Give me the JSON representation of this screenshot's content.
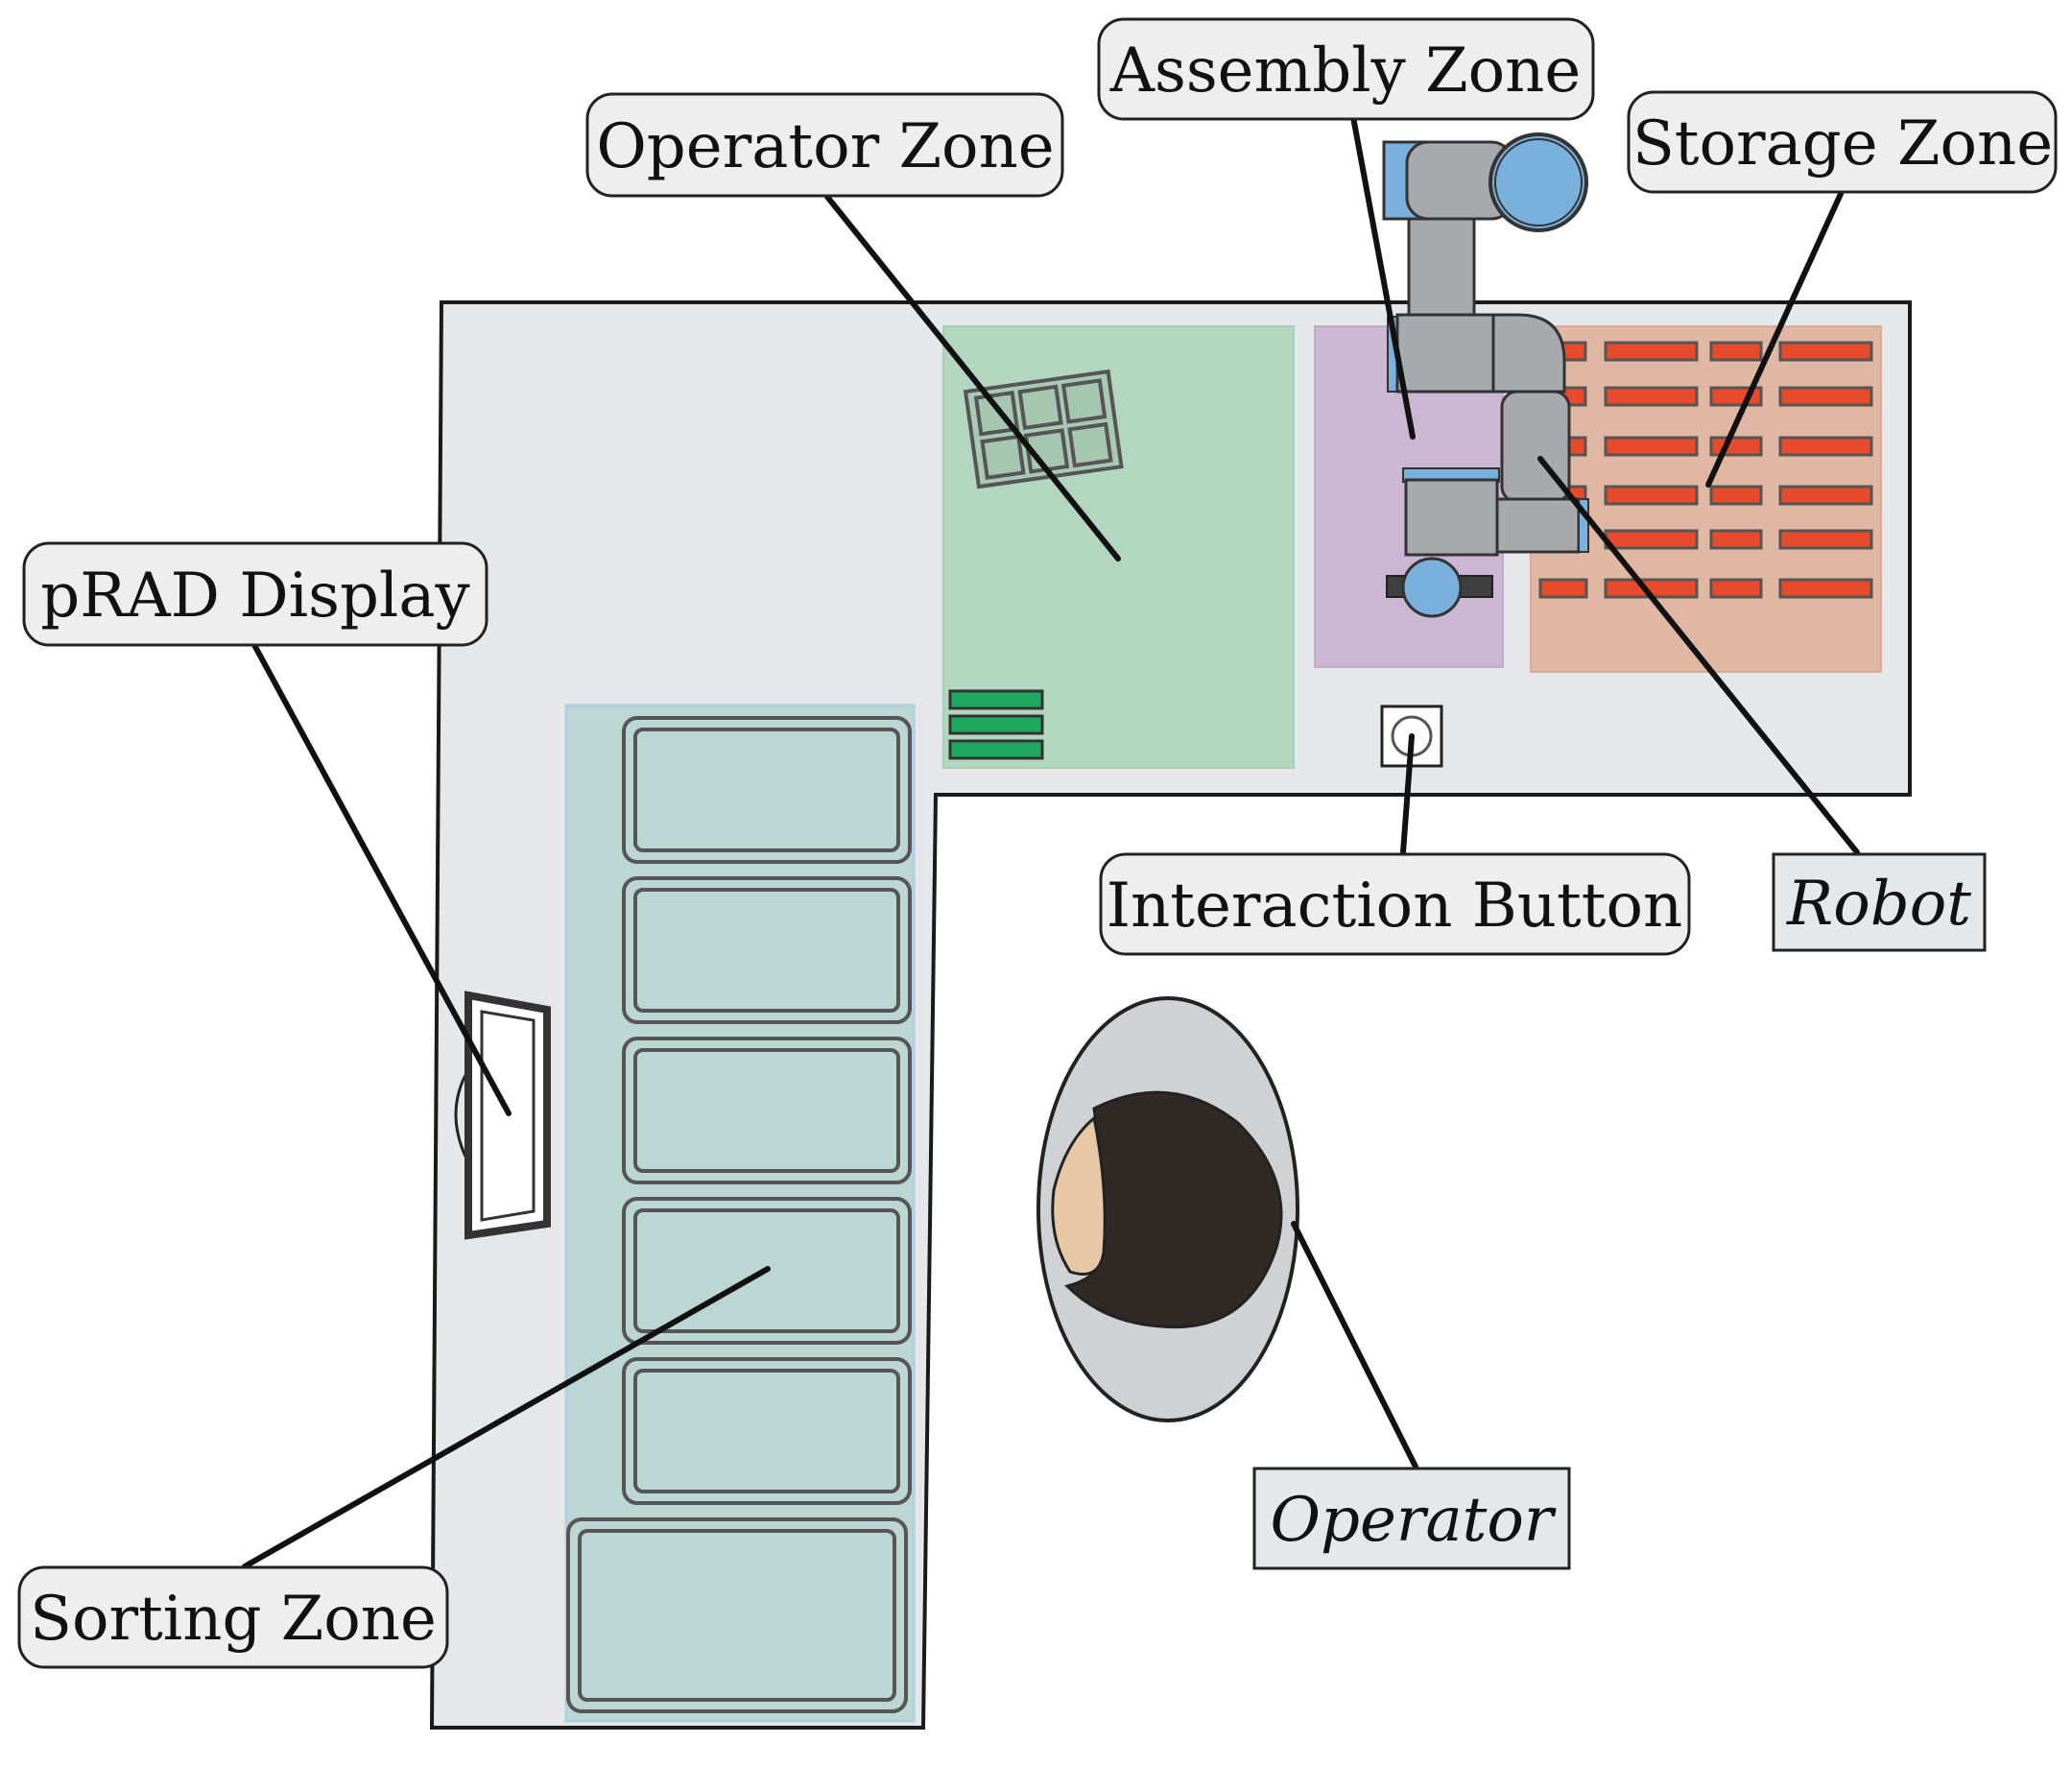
{
  "labels": {
    "assembly_zone": "Assembly Zone",
    "operator_zone": "Operator Zone",
    "storage_zone": "Storage Zone",
    "prad_display": "pRAD Display",
    "interaction_button": "Interaction Button",
    "robot": "Robot",
    "operator": "Operator",
    "sorting_zone": "Sorting Zone"
  },
  "colors": {
    "table": "#e6e7e9",
    "operator_zone": "#b2d6bf",
    "assembly_zone": "#cbb6d3",
    "storage_zone": "#e0b7a3",
    "sorting_zone": "#bcd6d4",
    "storage_bin": "#e84a2c",
    "robot_joint": "#7ab0dc",
    "robot_link": "#a8a9ad",
    "operator_hair": "#302924",
    "operator_skin": "#e6c8a6",
    "parts_green": "#1fa860"
  },
  "icons": {
    "robot": "robot-arm-icon",
    "operator": "operator-topdown-icon",
    "display": "monitor-icon",
    "button": "circle-button-icon"
  }
}
